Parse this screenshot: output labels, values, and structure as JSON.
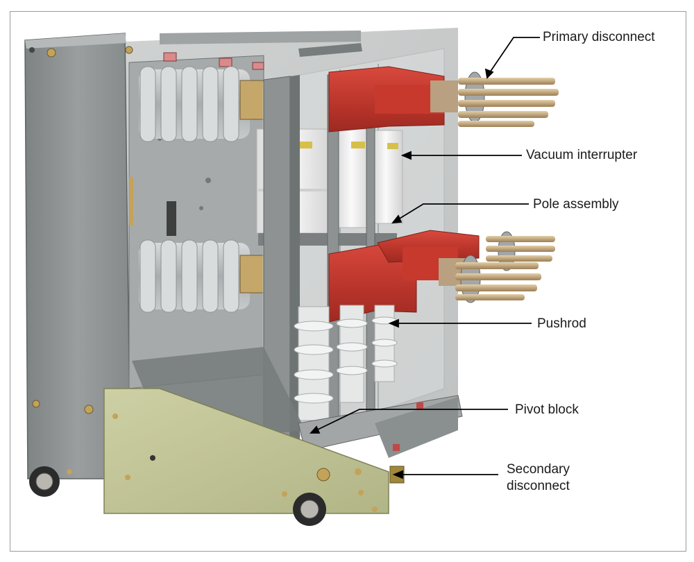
{
  "colors": {
    "frame_border": "#9a9a9a",
    "cabinet_gray": "#8d9191",
    "insulator_gray": "#b9bcbd",
    "terminal_red": "#c63a2f",
    "base_plate_olive": "#c2c597",
    "interrupter_white": "#f2f2f2",
    "leader_line": "#000000"
  },
  "callouts": {
    "primary_disconnect": "Primary disconnect",
    "vacuum_interrupter": "Vacuum interrupter",
    "pole_assembly": "Pole assembly",
    "pushrod": "Pushrod",
    "pivot_block": "Pivot block",
    "secondary_disconnect_line1": "Secondary",
    "secondary_disconnect_line2": "disconnect"
  }
}
